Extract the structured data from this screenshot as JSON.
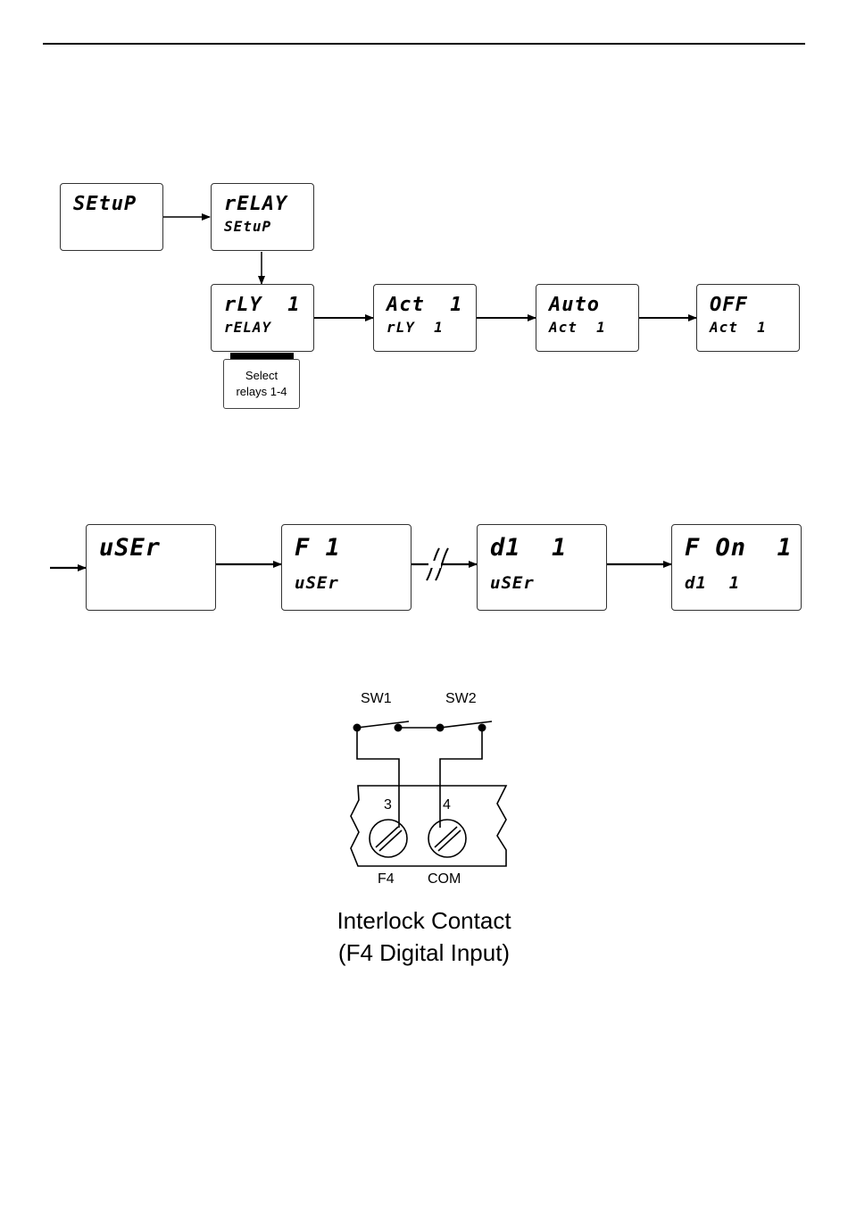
{
  "flow1": {
    "setup": {
      "top": "SEtuP"
    },
    "relay_setup": {
      "top": "rELAY",
      "sub": "SEtuP"
    },
    "rly1": {
      "top": "rLY  1",
      "sub": "rELAY"
    },
    "act1": {
      "top": "Act  1",
      "sub": "rLY  1"
    },
    "auto": {
      "top": "Auto",
      "sub": "Act  1"
    },
    "off": {
      "top": "OFF",
      "sub": "Act  1"
    },
    "select_note": {
      "line1": "Select",
      "line2": "relays 1-4"
    }
  },
  "flow2": {
    "user": {
      "top": "uSEr"
    },
    "f1": {
      "top": "F 1",
      "sub": "uSEr"
    },
    "di1": {
      "top": "d1  1",
      "sub": "uSEr"
    },
    "fon1": {
      "top": "F On  1",
      "sub": "d1  1"
    }
  },
  "wiring": {
    "sw1": "SW1",
    "sw2": "SW2",
    "terminal3": "3",
    "terminal4": "4",
    "f4": "F4",
    "com": "COM",
    "caption_line1": "Interlock Contact",
    "caption_line2": "(F4 Digital Input)"
  }
}
